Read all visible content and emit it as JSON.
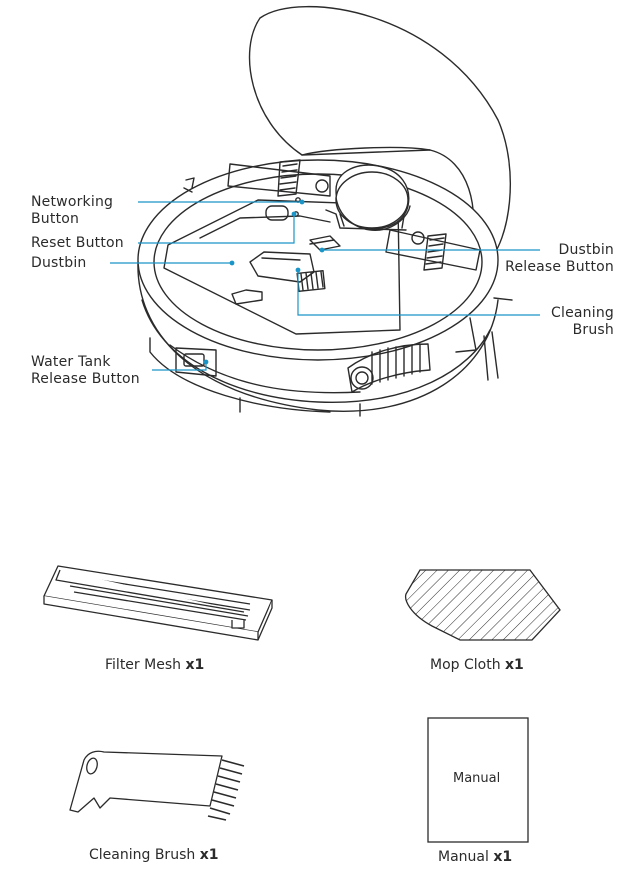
{
  "colors": {
    "line": "#2b2b2b",
    "callout": "#1a95c8",
    "background": "#ffffff"
  },
  "callouts": {
    "networking_button": [
      "Networking",
      "Button"
    ],
    "reset_button": "Reset Button",
    "dustbin": "Dustbin",
    "water_tank_release": [
      "Water Tank",
      "Release Button"
    ],
    "dustbin_release": [
      "Dustbin",
      "Release Button"
    ],
    "cleaning_brush": [
      "Cleaning",
      "Brush"
    ]
  },
  "accessories": [
    {
      "name": "Filter Mesh",
      "qty": "x1"
    },
    {
      "name": "Mop Cloth",
      "qty": "x1"
    },
    {
      "name": "Cleaning Brush",
      "qty": "x1"
    },
    {
      "name": "Manual",
      "qty": "x1"
    }
  ],
  "manual_cover_text": "Manual"
}
